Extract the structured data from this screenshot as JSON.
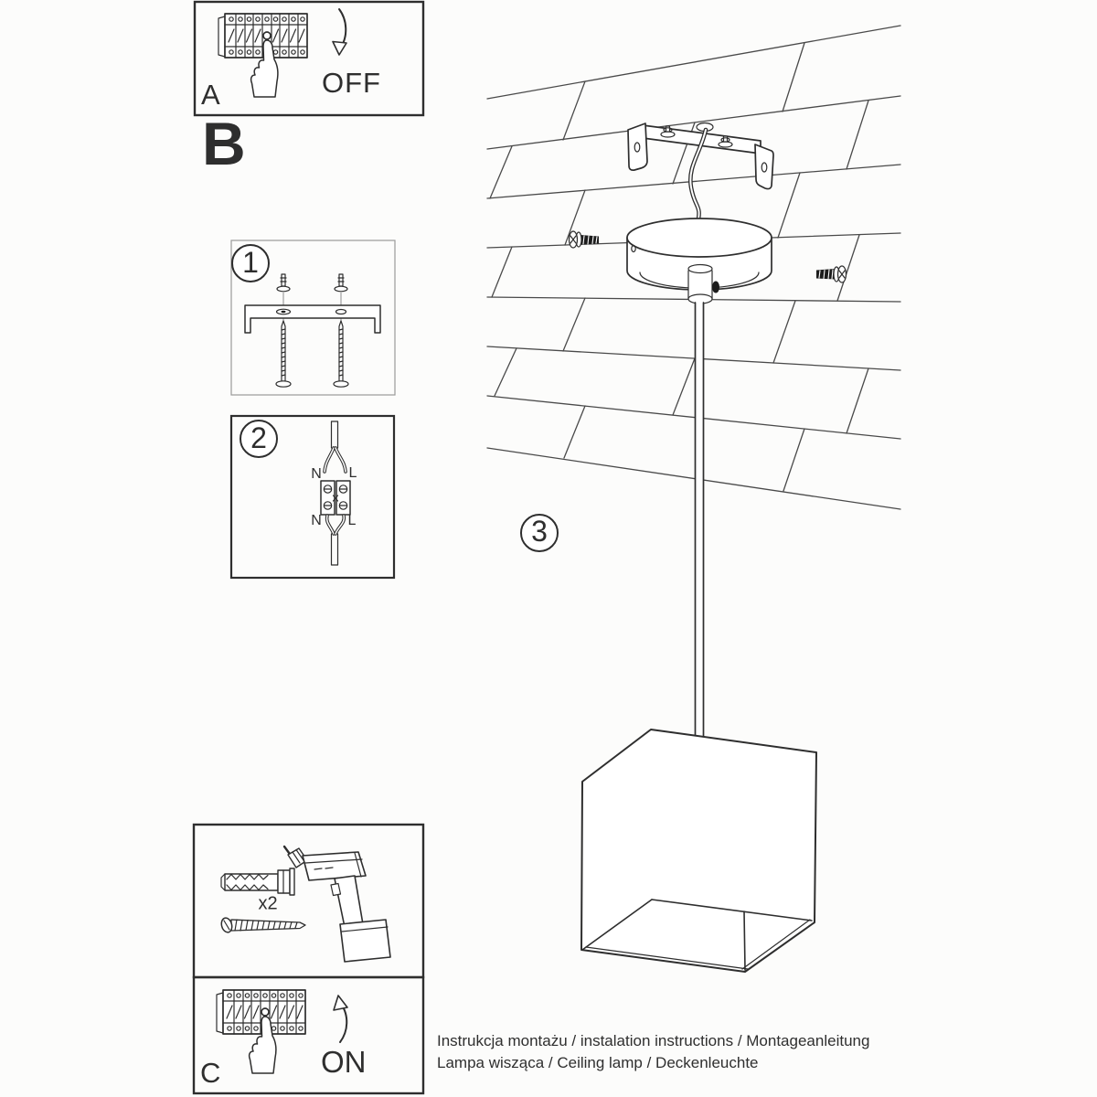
{
  "doc": {
    "step_a": {
      "label": "A",
      "action": "OFF"
    },
    "section_label": "B",
    "steps": {
      "one": "1",
      "two": "2",
      "three": "3"
    },
    "wiring": {
      "n_top": "N",
      "l_top": "L",
      "n_bottom": "N",
      "l_bottom": "L"
    },
    "hardware": {
      "plug_count_label": "x2"
    },
    "step_c": {
      "label": "C",
      "action": "ON"
    },
    "footer": {
      "line1": "Instrukcja montażu / instalation instructions / Montageanleitung",
      "line2": "Lampa wisząca / Ceiling lamp / Deckenleuchte"
    }
  },
  "colors": {
    "ink": "#2e2e2e",
    "ceiling_line": "#4a4a4a",
    "paper": "#fcfcfb",
    "thin_box": "#9a9a9a"
  }
}
